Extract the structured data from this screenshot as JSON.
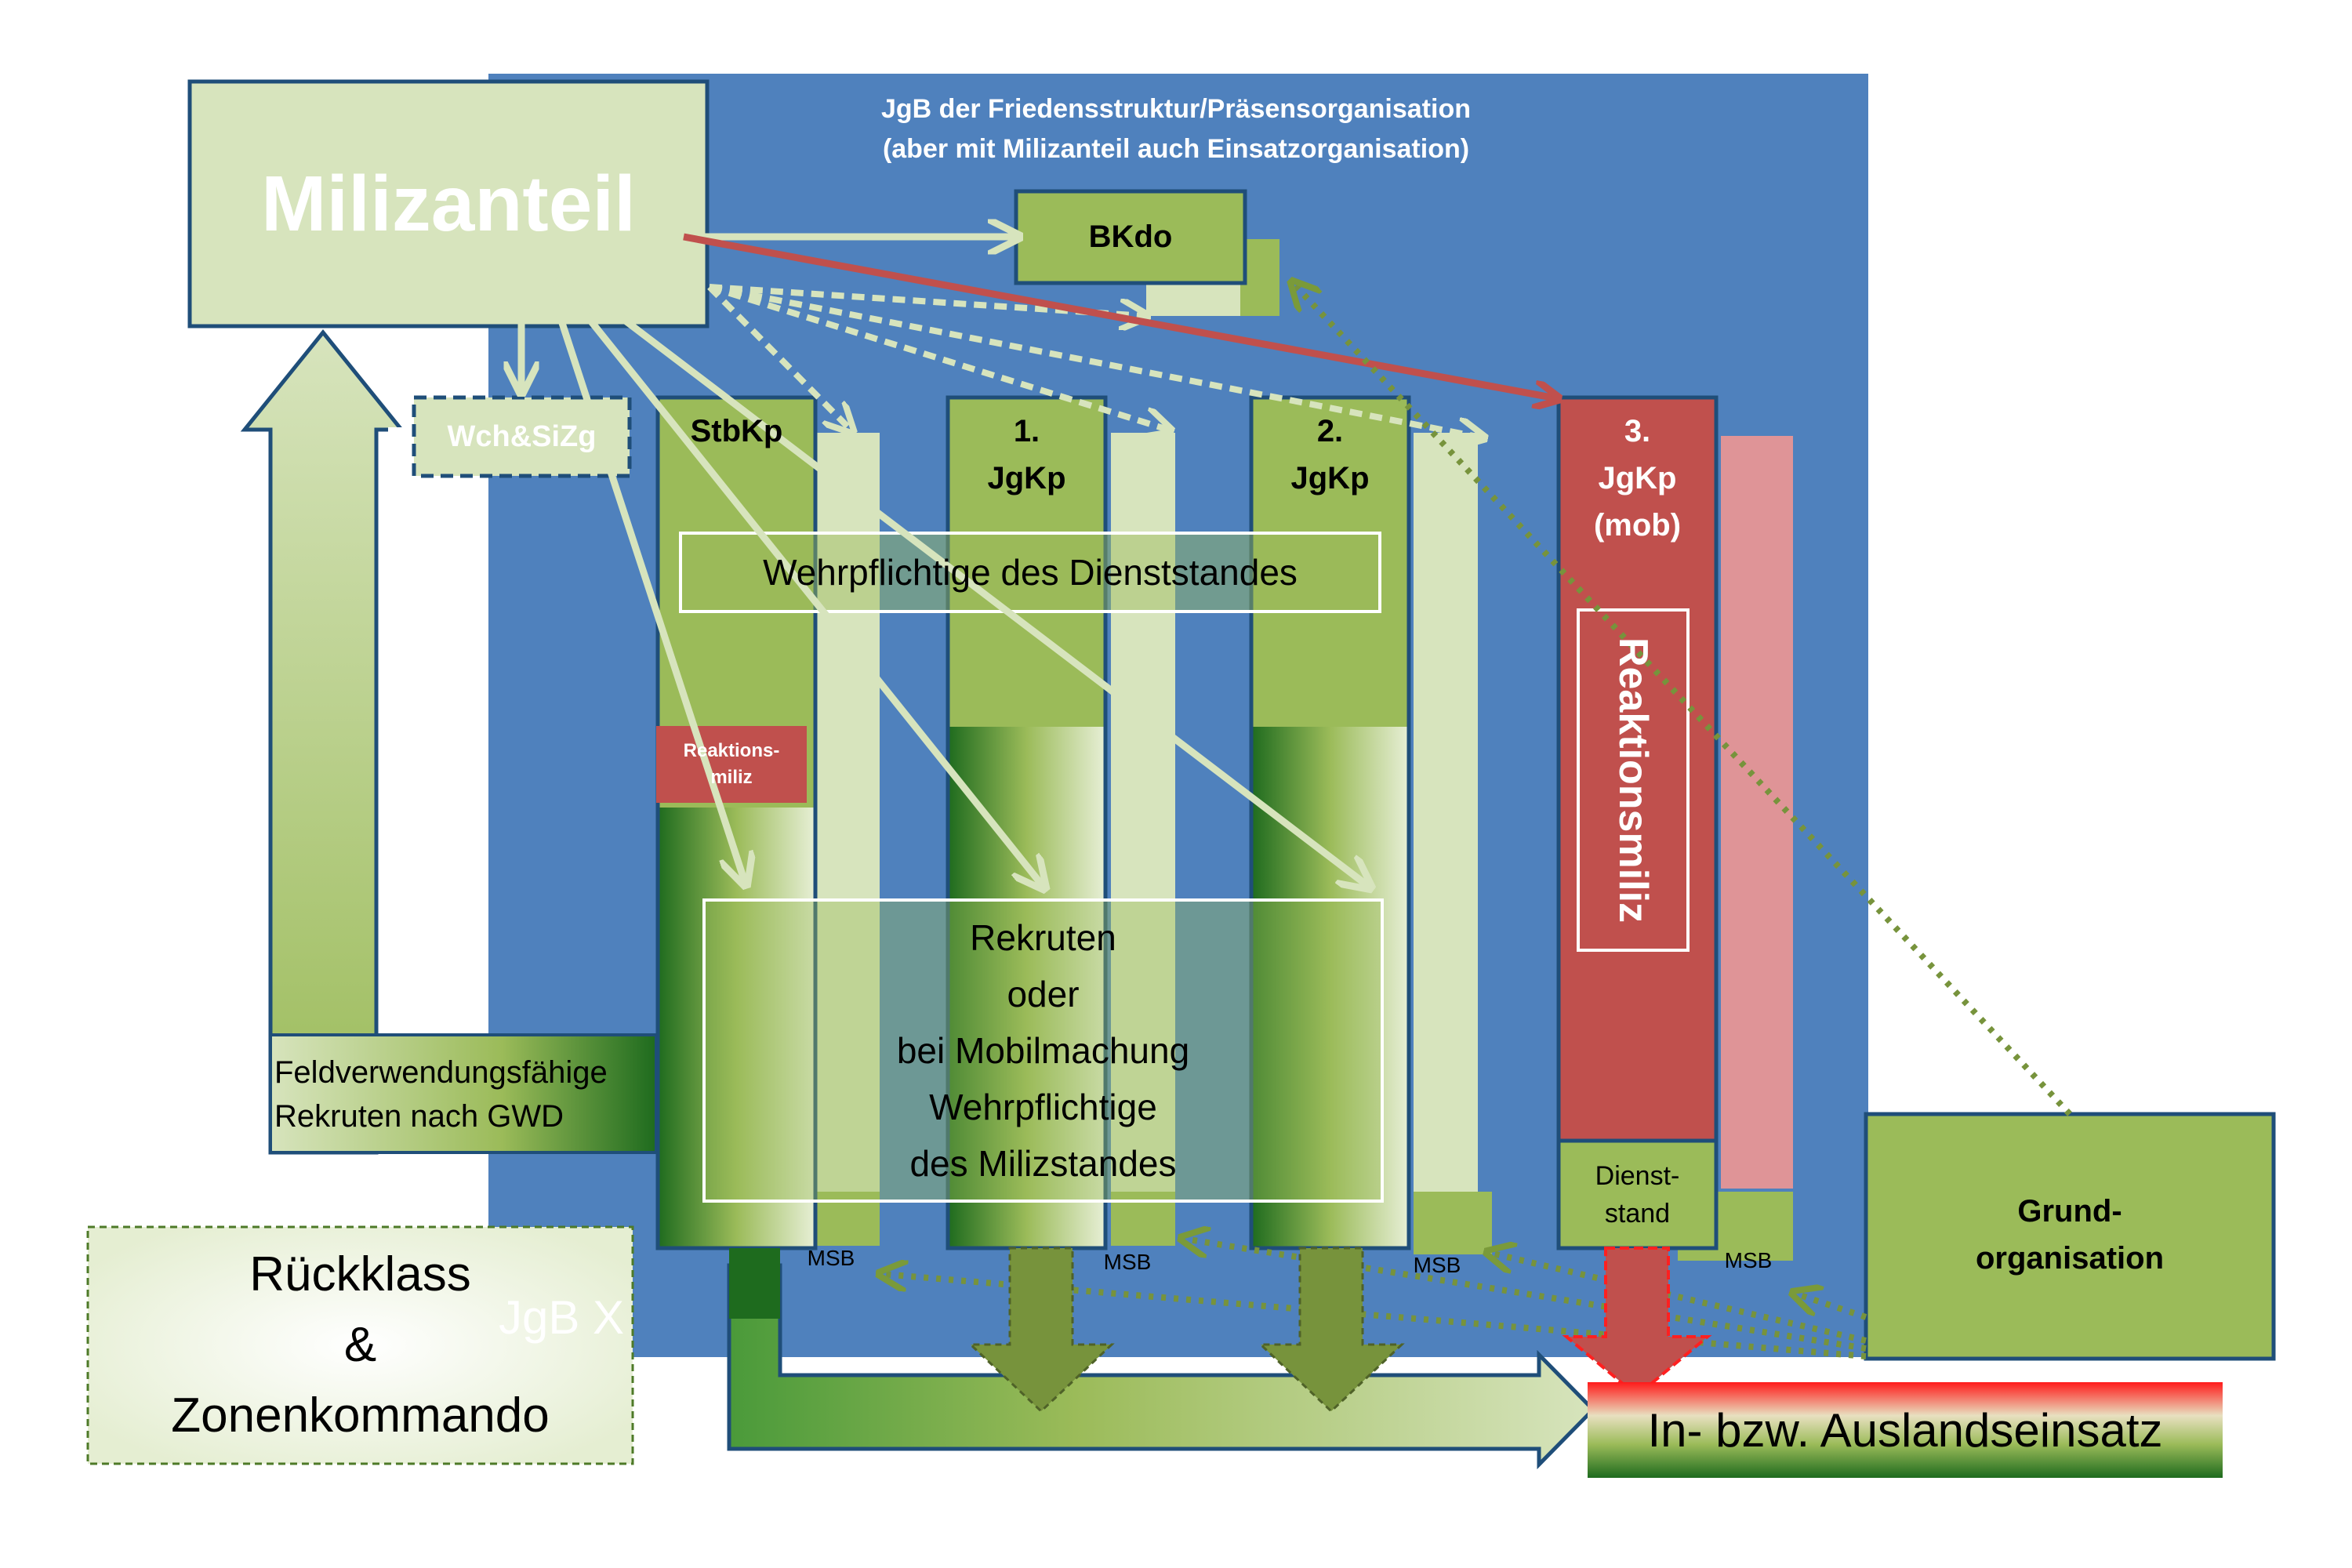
{
  "header": {
    "line1": "JgB der Friedensstruktur/Präsensorganisation",
    "line2": "(aber mit Milizanteil auch Einsatzorganisation)"
  },
  "nodes": {
    "milizanteil": "Milizanteil",
    "bkdo": "BKdo",
    "wch": "Wch&SiZg",
    "stbkp": "StbKp",
    "jgkp1": "1.\nJgKp",
    "jgkp2": "2.\nJgKp",
    "jgkp3": "3.\nJgKp\n(mob)",
    "reaktionsmiliz_small": "Reaktions-\nmiliz",
    "reaktionsmiliz_vertical": "Reaktionsmiliz",
    "dienststand": "Dienst-\nstand",
    "msb": "MSB",
    "grundorganisation": "Grund-\norganisation",
    "jgbx": "JgB X",
    "ruecklass": "Rückklass\n&\nZonenkommando",
    "einsatz": "In- bzw. Auslandseinsatz",
    "feldverwendung": "Feldverwendungsfähige\nRekruten nach GWD"
  },
  "boxes": {
    "wehrpflichtige_dienst": "Wehrpflichtige des Dienststandes",
    "rekruten": "Rekruten\noder\nbei Mobilmachung\nWehrpflichtige\ndes Milizstandes"
  },
  "colors": {
    "battalion_blue": "#4f81bd",
    "miliz_light_green": "#d7e4bd",
    "olive_green": "#9bbb59",
    "dark_green": "#1e6b1e",
    "reaction_red": "#c0504d",
    "pink": "#df9497",
    "arrow_red": "#c0504d"
  }
}
